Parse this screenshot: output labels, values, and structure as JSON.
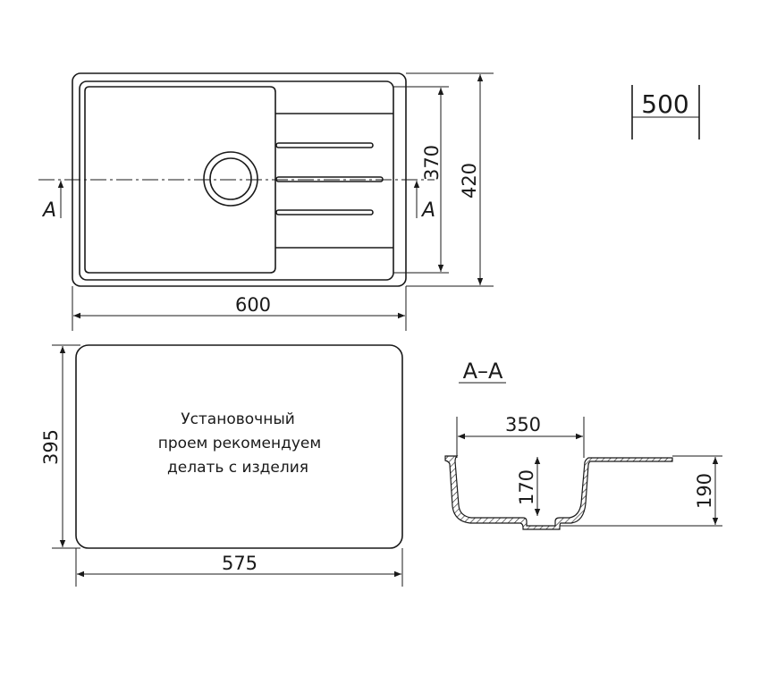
{
  "drawing": {
    "top_view": {
      "width_dim": "600",
      "depth_dim": "420",
      "bowl_depth_dim": "370",
      "section_mark_left": "A",
      "section_mark_right": "A"
    },
    "cabinet": {
      "label": "500"
    },
    "cutout_view": {
      "height_dim": "395",
      "width_dim": "575",
      "note_lines": [
        "Установочный",
        "проем рекомендуем",
        "делать с изделия"
      ]
    },
    "section": {
      "title": "A–A",
      "bowl_width_dim": "350",
      "bowl_depth_dim": "170",
      "total_height_dim": "190"
    },
    "colors": {
      "line": "#1a1a1a",
      "background": "#ffffff"
    }
  }
}
